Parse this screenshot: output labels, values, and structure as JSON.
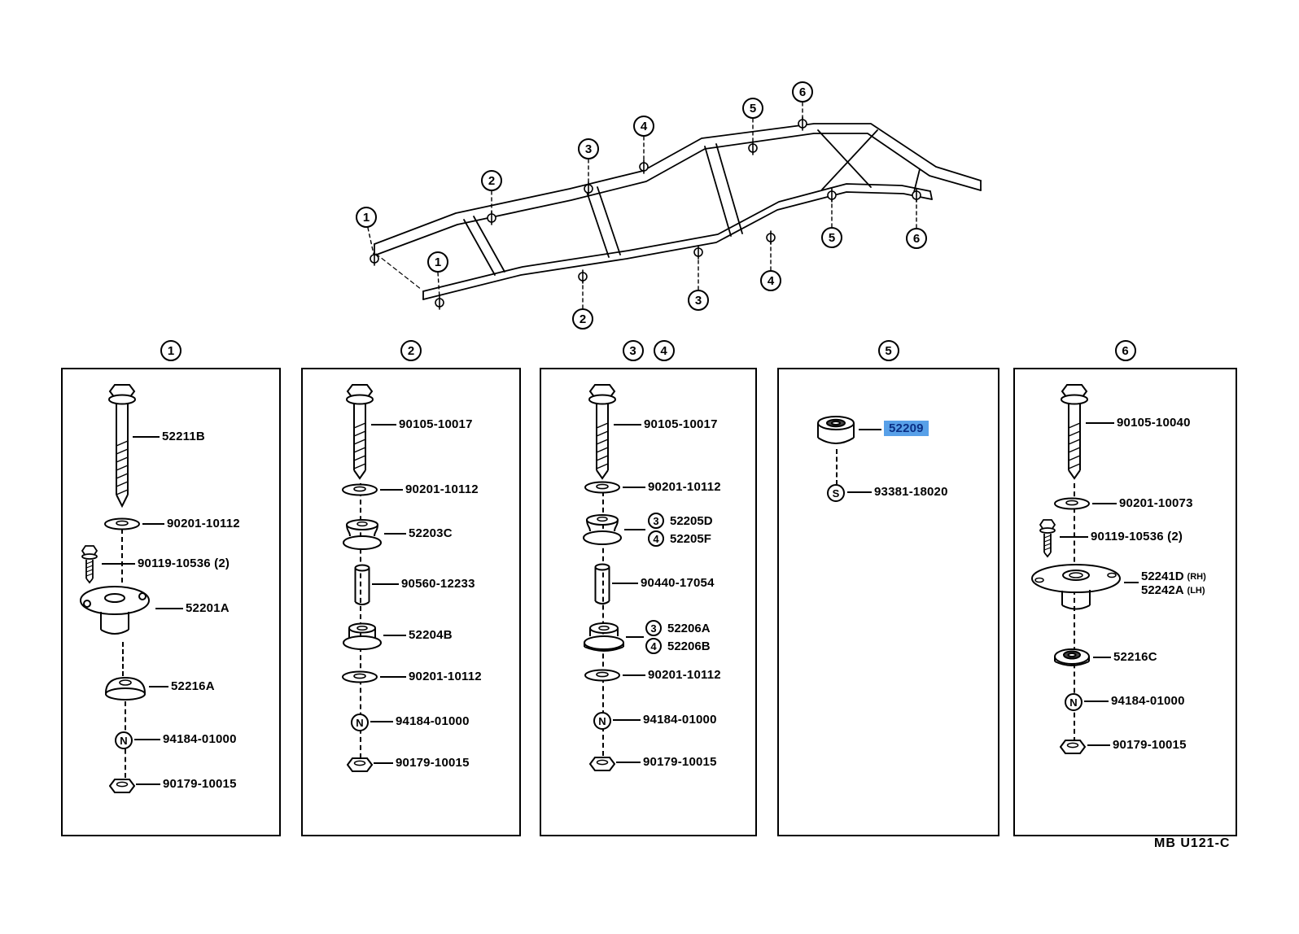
{
  "page": {
    "footer_code": "MB U121-C"
  },
  "highlight": {
    "selected_part": "52209",
    "background": "#58a0e8",
    "text": "#0a2f85"
  },
  "frame_callouts": [
    "6",
    "5",
    "4",
    "3",
    "2",
    "1",
    "1",
    "2",
    "3",
    "4",
    "5",
    "6"
  ],
  "panels": [
    {
      "label": "1",
      "parts": {
        "bolt": "52211B",
        "washer1": "90201-10112",
        "small_bolt": "90119-10536 (2)",
        "mount": "52201A",
        "cushion": "52216A",
        "nut_symbol": "N",
        "nut_assy": "94184-01000",
        "nut": "90179-10015"
      }
    },
    {
      "label": "2",
      "parts": {
        "bolt": "90105-10017",
        "washer1": "90201-10112",
        "cushion_upper": "52203C",
        "spacer": "90560-12233",
        "cushion_lower": "52204B",
        "washer2": "90201-10112",
        "nut_symbol": "N",
        "nut_assy": "94184-01000",
        "nut": "90179-10015"
      }
    },
    {
      "label_a": "3",
      "label_b": "4",
      "parts": {
        "bolt": "90105-10017",
        "washer1": "90201-10112",
        "cushion_upper_a_badge": "3",
        "cushion_upper_a": "52205D",
        "cushion_upper_b_badge": "4",
        "cushion_upper_b": "52205F",
        "spacer": "90440-17054",
        "cushion_lower_a_badge": "3",
        "cushion_lower_a": "52206A",
        "cushion_lower_b_badge": "4",
        "cushion_lower_b": "52206B",
        "washer2": "90201-10112",
        "nut_symbol": "N",
        "nut_assy": "94184-01000",
        "nut": "90179-10015"
      }
    },
    {
      "label": "5",
      "parts": {
        "cushion": "52209",
        "screw_symbol": "S",
        "screw": "93381-18020"
      }
    },
    {
      "label": "6",
      "parts": {
        "bolt": "90105-10040",
        "washer1": "90201-10073",
        "small_bolt": "90119-10536 (2)",
        "mount_rh": "52241D",
        "mount_rh_note": "(RH)",
        "mount_lh": "52242A",
        "mount_lh_note": "(LH)",
        "cushion": "52216C",
        "nut_symbol": "N",
        "nut_assy": "94184-01000",
        "nut": "90179-10015"
      }
    }
  ]
}
